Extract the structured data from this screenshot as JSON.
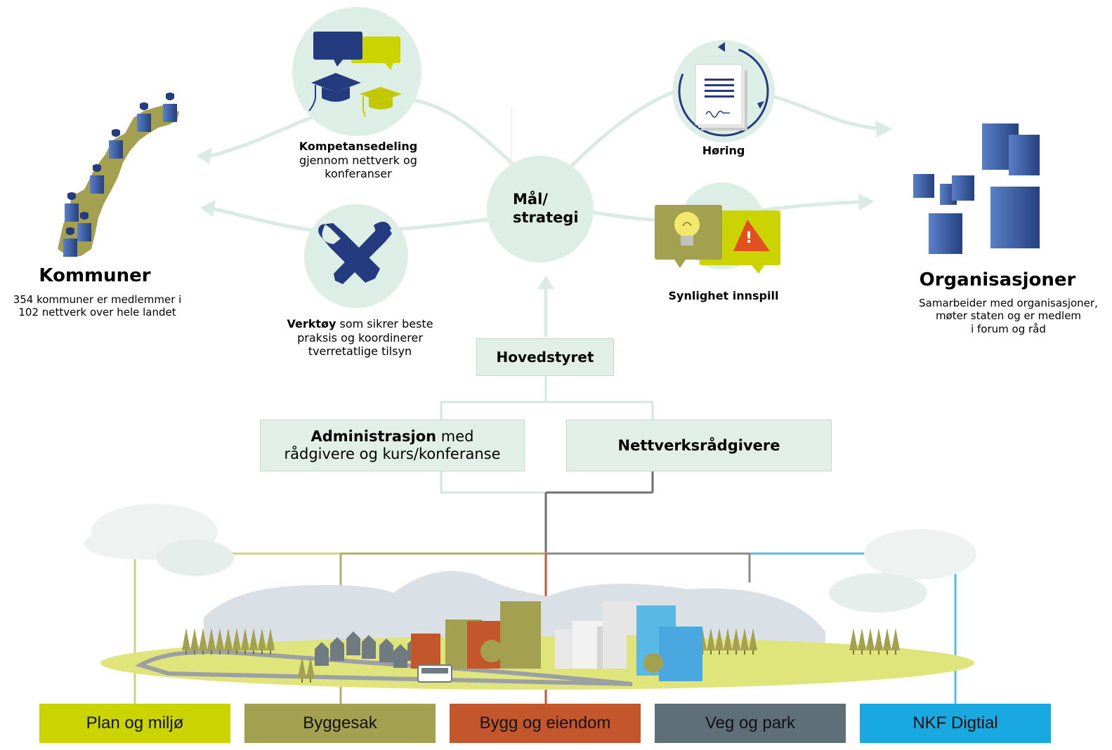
{
  "kommuner": {
    "title": "Kommuner",
    "description_line1": "354 kommuner er medlemmer i",
    "description_line2": "102 nettverk over hele landet"
  },
  "organisasjoner": {
    "title": "Organisasjoner",
    "description_line1": "Samarbeider med organisasjoner,",
    "description_line2": "møter staten og er medlem",
    "description_line3": "i forum og råd"
  },
  "center": {
    "line1": "Mål/",
    "line2": "strategi"
  },
  "kompetanse": {
    "title": "Kompetansedeling",
    "line2": "gjennom nettverk og",
    "line3": "konferanser"
  },
  "verktoy": {
    "title": "Verktøy",
    "line1_rest": " som sikrer beste",
    "line2": "praksis og koordinerer",
    "line3": "tverretatlige tilsyn"
  },
  "horing": {
    "label": "Høring"
  },
  "synlighet": {
    "label": "Synlighet innspill"
  },
  "hovedstyret": {
    "label": "Hovedstyret"
  },
  "administrasjon": {
    "bold": "Administrasjon",
    "rest": " med",
    "line2": "rådgivere og kurs/konferanse"
  },
  "nettverk": {
    "label": "Nettverksrådgivere"
  },
  "bars": [
    {
      "label": "Plan og miljø",
      "color": "#cbd300"
    },
    {
      "label": "Byggesak",
      "color": "#a3a04f"
    },
    {
      "label": "Bygg og eiendom",
      "color": "#c4562b"
    },
    {
      "label": "Veg og park",
      "color": "#5f6f78"
    },
    {
      "label": "NKF Digtial",
      "color": "#1aa8e0"
    }
  ],
  "colors": {
    "circle": "#dceee6",
    "navy": "#253b80",
    "lime": "#cbd300",
    "olive": "#a3a04f",
    "building_blue": "#3a5aa8",
    "arrow": "#d3e8e0"
  }
}
